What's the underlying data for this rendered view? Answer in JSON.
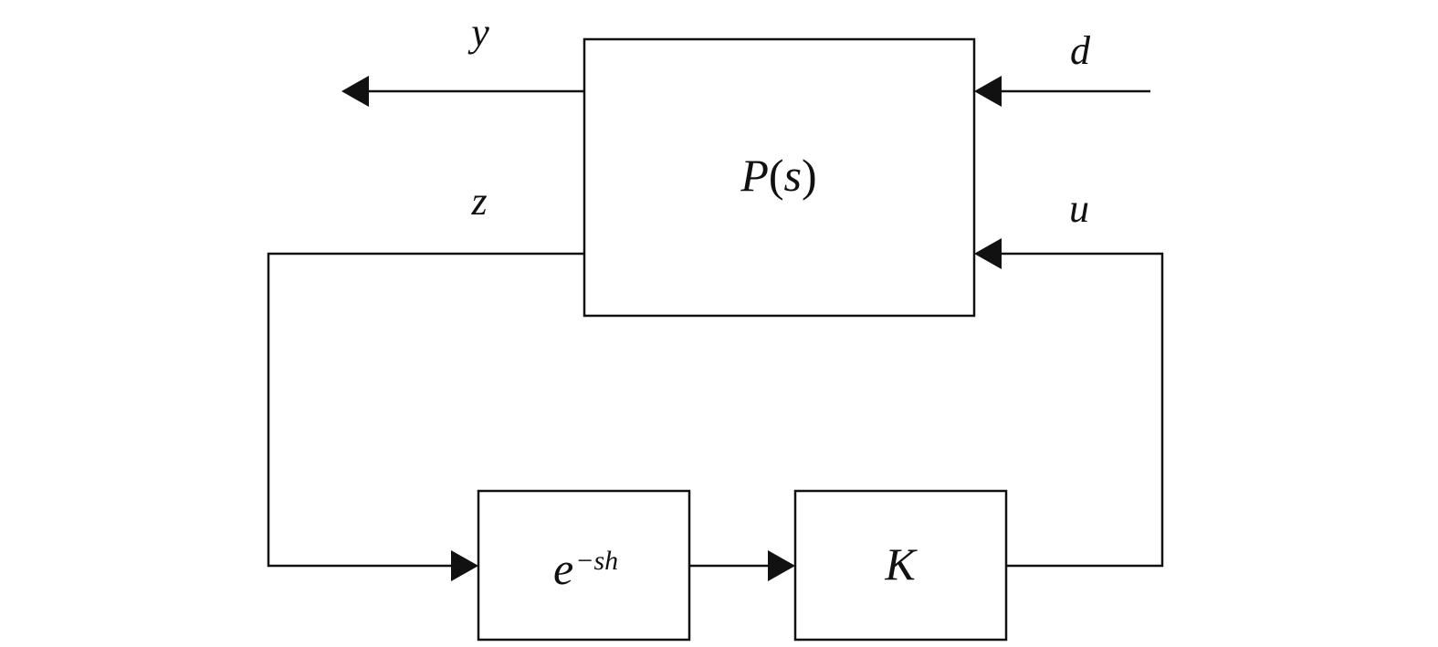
{
  "blocks": {
    "plant": {
      "name": "P",
      "arg": "s",
      "open": "(",
      "close": ")"
    },
    "delay": {
      "base": "e",
      "exponent": "−sh"
    },
    "controller": {
      "label": "K"
    }
  },
  "signals": {
    "y": "y",
    "d": "d",
    "z": "z",
    "u": "u"
  }
}
